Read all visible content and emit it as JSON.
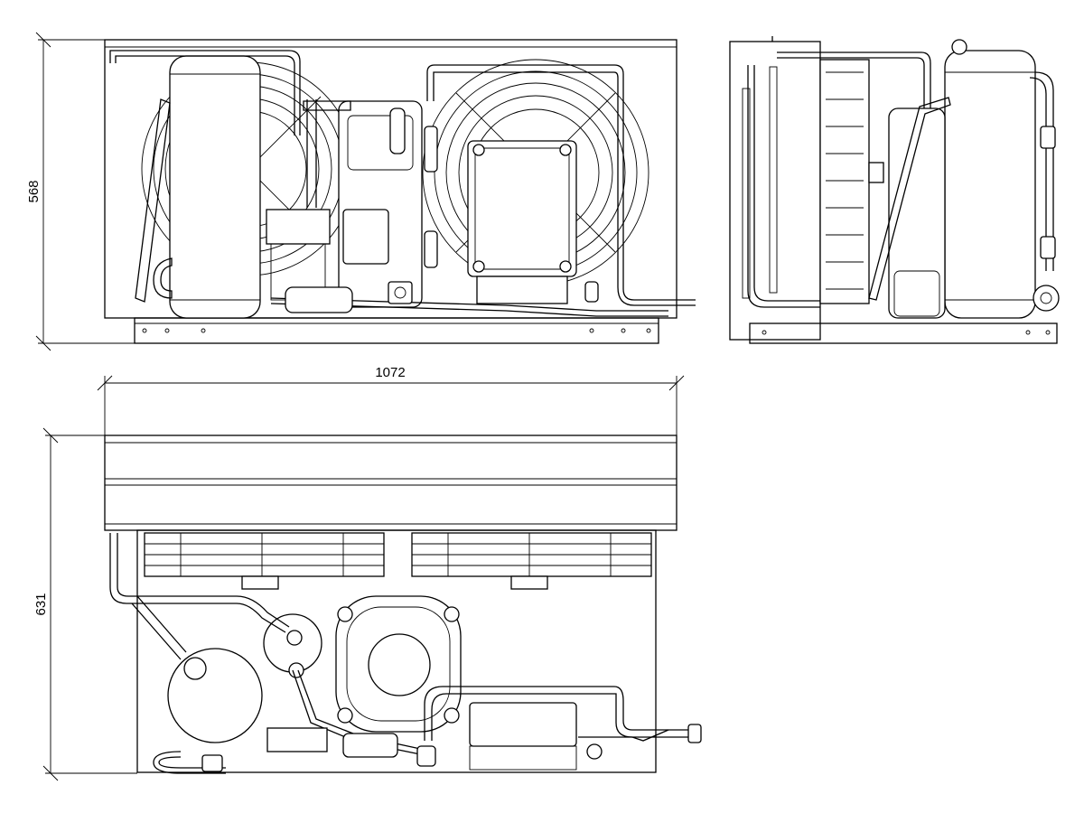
{
  "drawing": {
    "dimensions": {
      "height": "568",
      "width": "1072",
      "depth": "631"
    },
    "views": [
      "front-view",
      "side-view",
      "top-view"
    ],
    "components": [
      "condenser-fan",
      "compressor",
      "liquid-receiver",
      "electrical-box",
      "filter-drier",
      "service-valve"
    ]
  }
}
